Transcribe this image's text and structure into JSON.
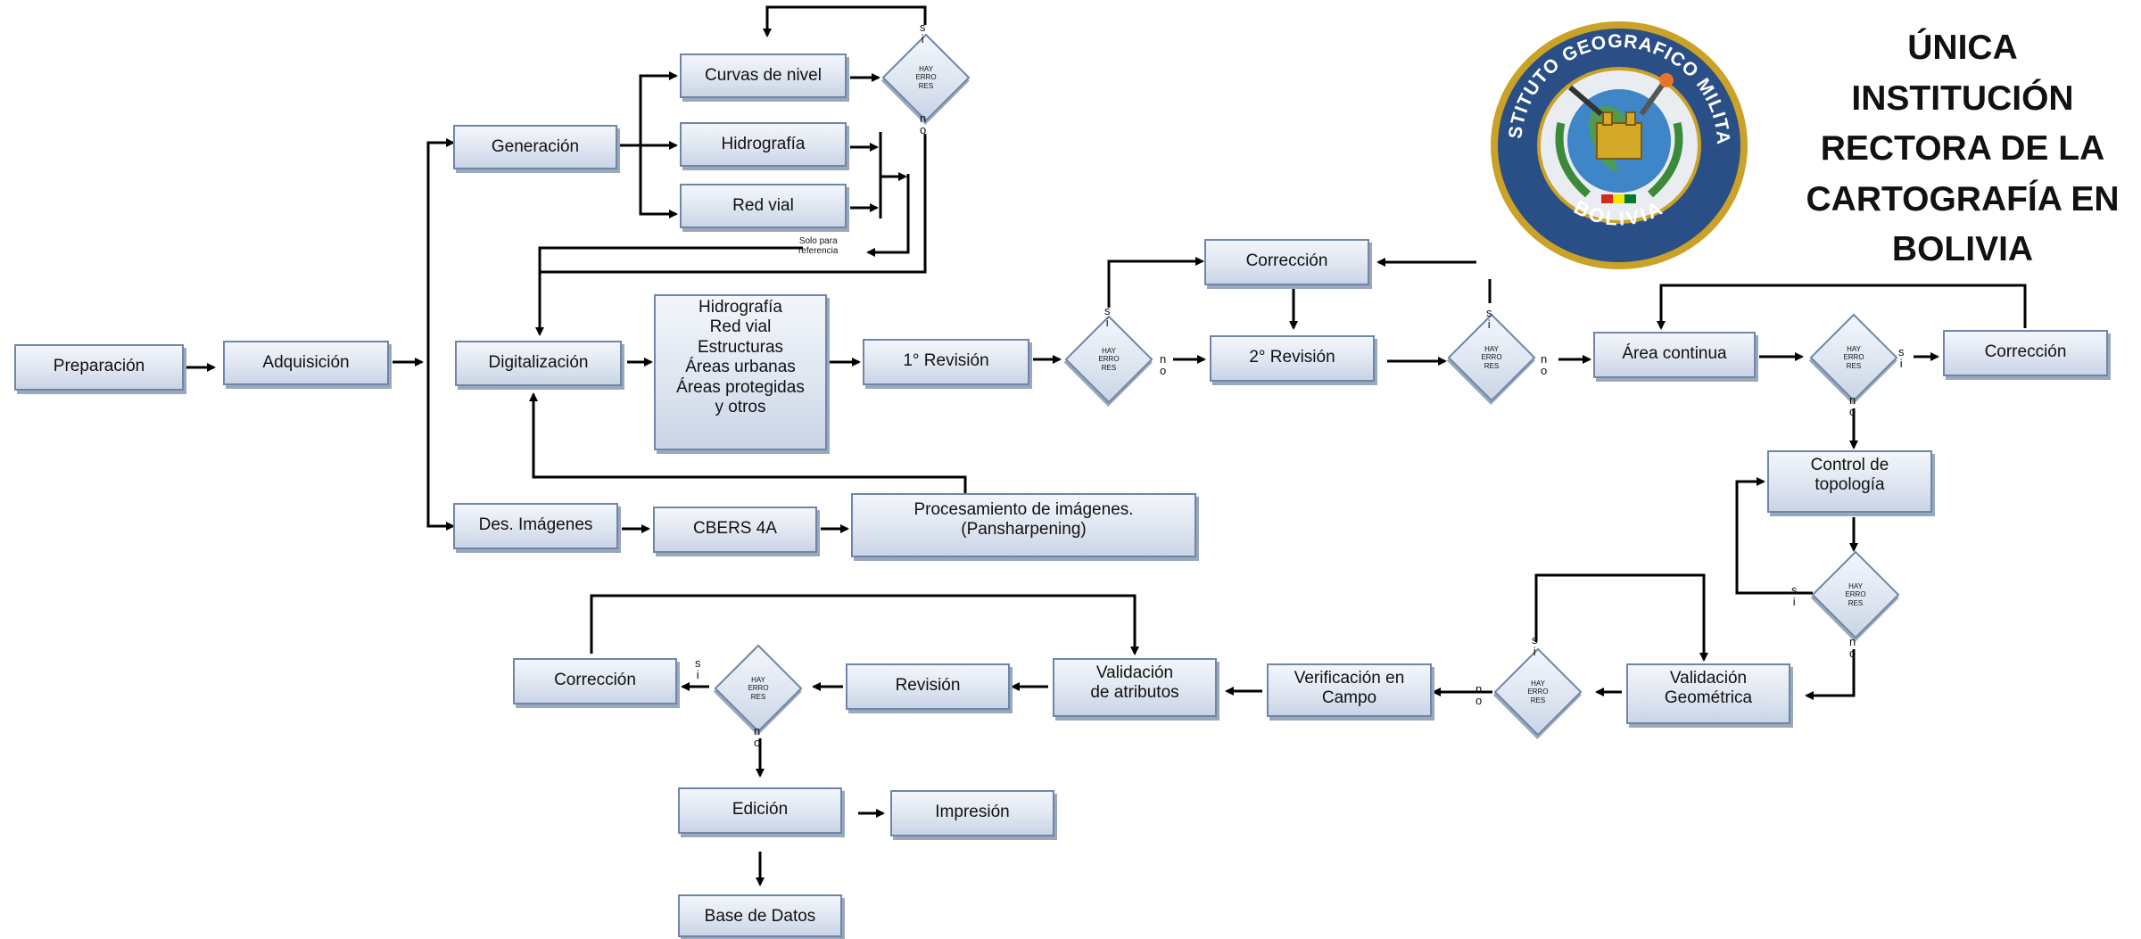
{
  "tagline": "ÚNICA\nINSTITUCIÓN\nRECTORA DE LA\nCARTOGRAFÍA EN\nBOLIVIA",
  "seal": {
    "top_text": "INSTITUTO GEOGRAFICO MILITAR",
    "bottom_text": "BOLIVIA"
  },
  "nodes": {
    "preparacion": "Preparación",
    "adquisicion": "Adquisición",
    "generacion": "Generación",
    "curvas": "Curvas de nivel",
    "hidrografia": "Hidrografía",
    "red_vial": "Red vial",
    "digitalizacion": "Digitalización",
    "capas": "Hidrografía\nRed vial\nEstructuras\nÁreas urbanas\nÁreas protegidas\ny otros",
    "revision1": "1° Revisión",
    "correccion_top": "Corrección",
    "revision2": "2° Revisión",
    "area_continua": "Área continua",
    "correccion_right": "Corrección",
    "control_topologia": "Control de\ntopología",
    "des_imagenes": "Des.  Imágenes",
    "cbers": "CBERS 4A",
    "procesamiento": "Procesamiento de imágenes.\n(Pansharpening)",
    "validacion_geom": "Validación\nGeométrica",
    "verificacion": "Verificación en\nCampo",
    "validacion_atrib": "Validación\nde atributos",
    "revision": "Revisión",
    "correccion_bottom": "Corrección",
    "edicion": "Edición",
    "impresion": "Impresión",
    "base_datos": "Base de Datos"
  },
  "decision_text": "HAY\nERRO\nRES",
  "yes_label": "s\ni",
  "no_label": "n\no",
  "solo_referencia": "Solo para\nreferencia"
}
